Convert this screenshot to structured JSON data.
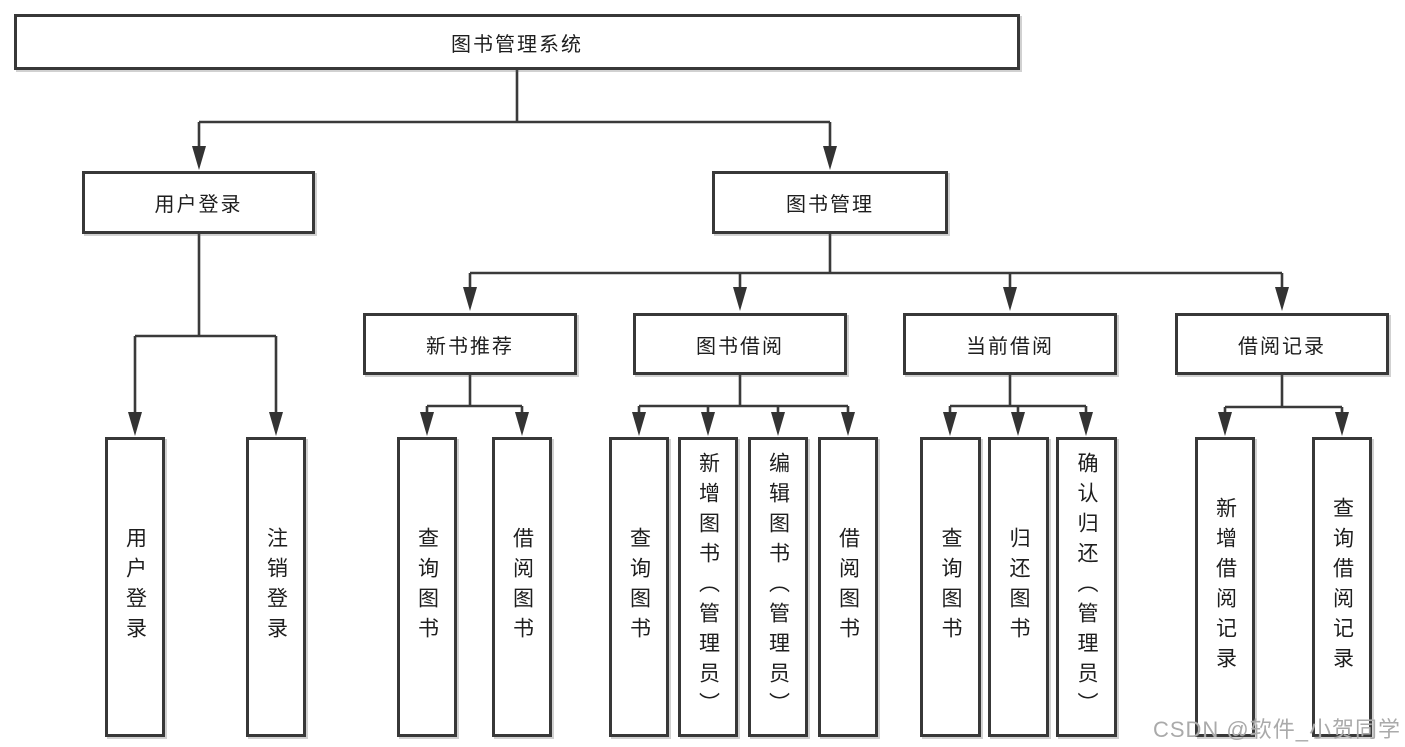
{
  "diagram": {
    "root": "图书管理系统",
    "branches": [
      {
        "label": "用户登录",
        "children": [
          "用户登录",
          "注销登录"
        ]
      },
      {
        "label": "图书管理",
        "sections": [
          {
            "label": "新书推荐",
            "children": [
              "查询图书",
              "借阅图书"
            ]
          },
          {
            "label": "图书借阅",
            "children": [
              "查询图书",
              "新增图书（管理员）",
              "编辑图书（管理员）",
              "借阅图书"
            ]
          },
          {
            "label": "当前借阅",
            "children": [
              "查询图书",
              "归还图书",
              "确认归还（管理员）"
            ]
          },
          {
            "label": "借阅记录",
            "children": [
              "新增借阅记录",
              "查询借阅记录"
            ]
          }
        ]
      }
    ]
  },
  "watermark": {
    "text": "CSDN @软件_小贺同学"
  },
  "colors": {
    "background": "#ffffff",
    "line": "#3a3a3a",
    "box_border": "#383838",
    "box_fill": "#ffffff",
    "text": "#1e1e1e",
    "watermark": "#aaaaaa"
  }
}
